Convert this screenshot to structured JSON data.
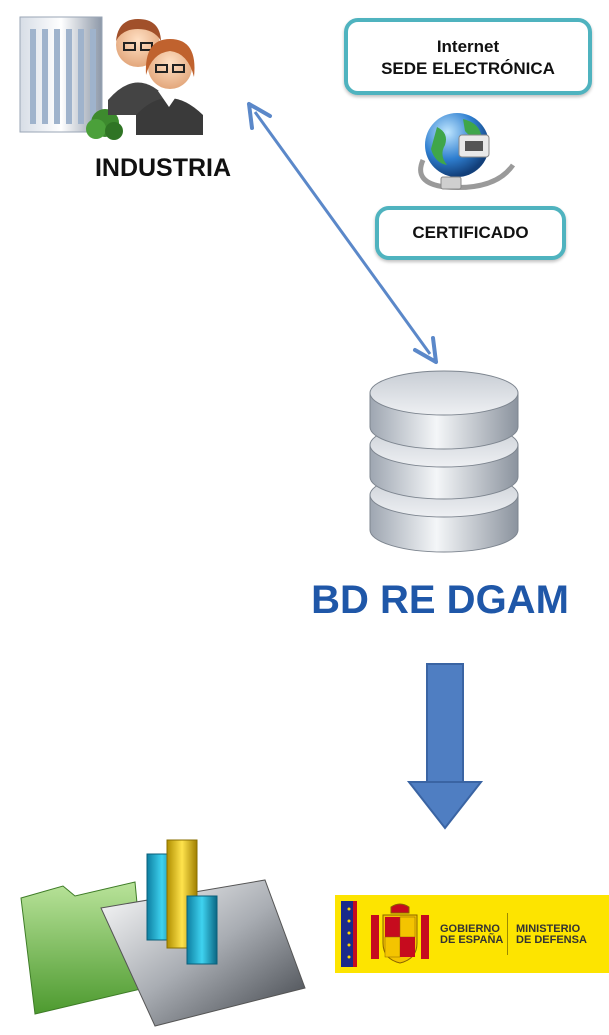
{
  "industria": {
    "label": "INDUSTRIA"
  },
  "internet_box": {
    "line1": "Internet",
    "line2": "SEDE ELECTRÓNICA"
  },
  "certificado_box": {
    "label": "CERTIFICADO"
  },
  "database": {
    "label": "BD RE DGAM"
  },
  "logo": {
    "gobierno_line1": "GOBIERNO",
    "gobierno_line2": "DE ESPAÑA",
    "ministerio_line1": "MINISTERIO",
    "ministerio_line2": "DE DEFENSA"
  },
  "colors": {
    "accent_teal": "#4fb3bf",
    "title_blue": "#1f57a8",
    "arrow_blue": "#4f7ec2",
    "logo_yellow": "#fde400"
  }
}
